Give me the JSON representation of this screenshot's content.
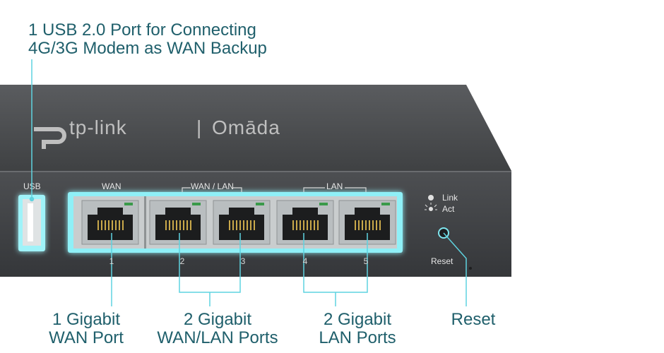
{
  "callouts": {
    "usb_line1": "1 USB 2.0 Port for Connecting",
    "usb_line2": "4G/3G Modem as WAN Backup",
    "wan_line1": "1 Gigabit",
    "wan_line2": "WAN Port",
    "wanlan_line1": "2 Gigabit",
    "wanlan_line2": "WAN/LAN Ports",
    "lan_line1": "2 Gigabit",
    "lan_line2": "LAN Ports",
    "reset": "Reset"
  },
  "device": {
    "brand": "tp-link",
    "separator": "|",
    "product": "Omāda",
    "panel_labels": {
      "usb": "USB",
      "wan": "WAN",
      "wan_lan": "WAN / LAN",
      "lan": "LAN",
      "link": "Link",
      "act": "Act",
      "reset": "Reset"
    },
    "port_numbers": [
      "1",
      "2",
      "3",
      "4",
      "5"
    ]
  },
  "colors": {
    "callout_text": "#1f5f6b",
    "leader_line": "#5fd3e0",
    "port_glow": "#8ff0f7",
    "chassis": "#4a4c4e"
  }
}
